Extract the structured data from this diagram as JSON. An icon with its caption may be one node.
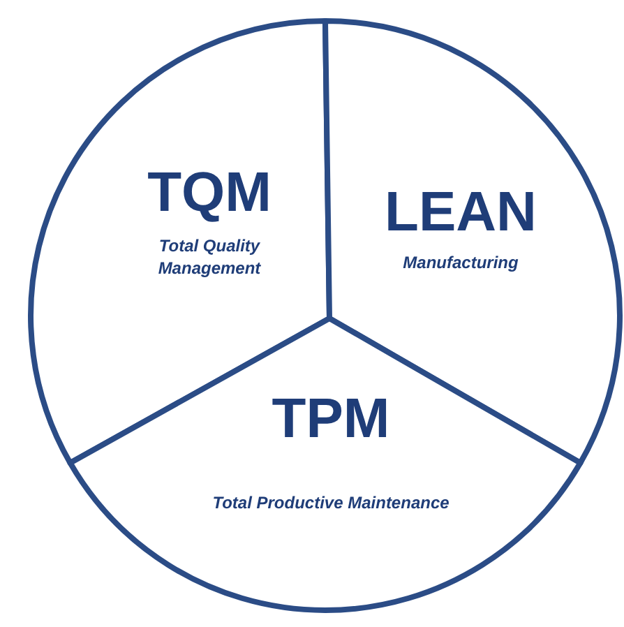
{
  "diagram": {
    "nodes": [
      {
        "text": [
          "TQM",
          "Total Quality Management"
        ]
      },
      {
        "text": [
          "LEAN",
          "Manufacturing"
        ]
      },
      {
        "text": [
          "TPM",
          "Total Productive Maintenance"
        ]
      }
    ]
  }
}
